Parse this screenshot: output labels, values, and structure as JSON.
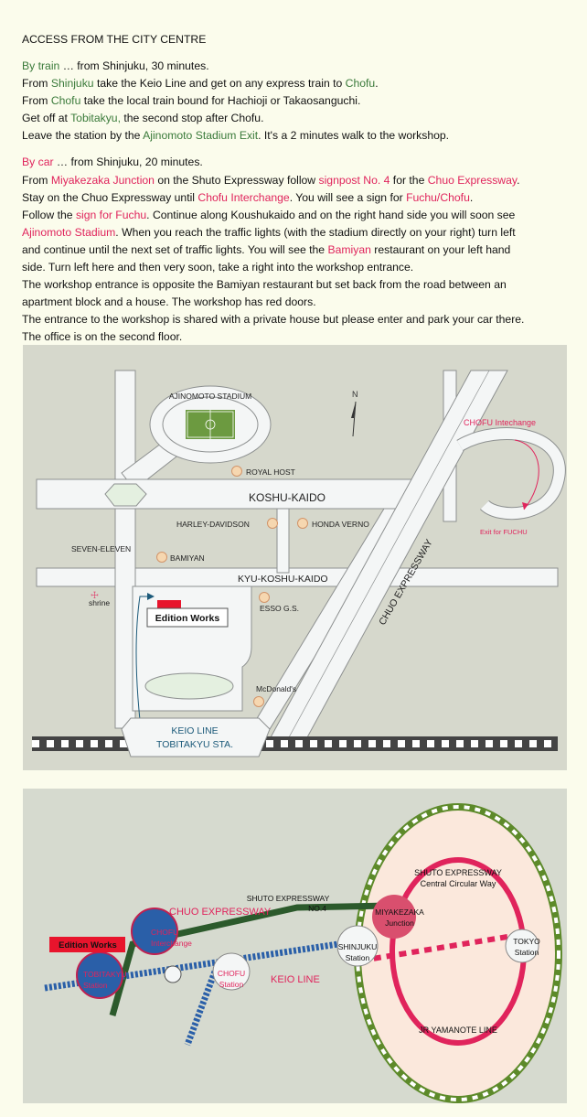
{
  "heading": "ACCESS FROM THE CITY CENTRE",
  "train": {
    "label": "By train",
    "intro": " … from Shinjuku, 30 minutes.",
    "l1": [
      "From ",
      "Shinjuku",
      " take the Keio Line and get on any express train to ",
      "Chofu",
      "."
    ],
    "l2": [
      "From ",
      "Chofu",
      " take the local train bound for Hachioji or Takaosanguchi."
    ],
    "l3": [
      "Get off at ",
      "Tobitakyu,",
      " the second stop after Chofu."
    ],
    "l4": [
      "Leave the station by the ",
      "Ajinomoto Stadium Exit",
      ".  It's a 2 minutes walk to the workshop."
    ]
  },
  "car": {
    "label": "By car",
    "intro": " … from Shinjuku, 20 minutes.",
    "l1": [
      "From ",
      "Miyakezaka Junction",
      " on the Shuto Expressway follow ",
      "signpost No. 4",
      " for the ",
      "Chuo Expressway",
      "."
    ],
    "l2": [
      "Stay on the Chuo Expressway until ",
      "Chofu Interchange",
      ".  You will see a sign for ",
      "Fuchu/Chofu",
      "."
    ],
    "l3": [
      "Follow the ",
      "sign for Fuchu",
      ".   Continue along Koushukaido and on the right hand side you will soon see"
    ],
    "l4": [
      "Ajinomoto Stadium",
      ".  When you reach the traffic lights (with the stadium directly on your right) turn left"
    ],
    "l5": "and continue until the next set of traffic lights.  You will see the ",
    "l5b": "Bamiyan",
    "l5c": " restaurant on your left hand",
    "l6": "side.  Turn left here and then very soon, take a right into the workshop entrance.",
    "l7": "The workshop entrance is opposite the Bamiyan restaurant but set back from the road between an",
    "l8": "apartment block and a house.  The workshop has red doors.",
    "l9": "The entrance to the workshop is shared with a private house but please enter and park your car there.",
    "l10": "The office is on the second floor."
  },
  "map1": {
    "stadium": "AJINOMOTO STADIUM",
    "north": "N",
    "royal_host": "ROYAL HOST",
    "koshu_kaido": "KOSHU-KAIDO",
    "harley": "HARLEY-DAVIDSON",
    "honda": "HONDA VERNO",
    "seven": "SEVEN-ELEVEN",
    "bamiyan": "BAMIYAN",
    "kyu_koshu": "KYU-KOSHU-KAIDO",
    "shrine": "shrine",
    "shrine_mark": "☩",
    "edition": "Edition Works",
    "esso": "ESSO G.S.",
    "mcd": "McDonald's",
    "keio1": "KEIO LINE",
    "keio2": "TOBITAKYU STA.",
    "chuo": "CHUO EXPRESSWAY",
    "chofu_ic": "CHOFU Intechange",
    "exit_fuchu": "Exit for FUCHU"
  },
  "map2": {
    "shuto_a": "SHUTO EXPRESSWAY",
    "shuto_b": "Central Circular Way",
    "shuto_no4a": "SHUTO EXPRESSWAY",
    "shuto_no4b": "NO.4",
    "chuo": "CHUO EXPRESSWAY",
    "miyakezaka1": "MIYAKEZAKA",
    "miyakezaka2": "Junction",
    "edition": "Edition Works",
    "chofu_ic1": "CHOFU",
    "chofu_ic2": "Interchange",
    "shinjuku1": "SHINJUKU",
    "shinjuku2": "Station",
    "tokyo1": "TOKYO",
    "tokyo2": "Station",
    "tobitakyu1": "TOBITAKYU",
    "tobitakyu2": "Station",
    "chofu1": "CHOFU",
    "chofu2": "Station",
    "keio": "KEIO LINE",
    "yamanote": "JR YAMANOTE LINE"
  },
  "colors": {
    "green": "#3a7a3a",
    "red": "#e0245c",
    "road": "#f4f6f6",
    "map_bg": "#d6d8cc"
  }
}
